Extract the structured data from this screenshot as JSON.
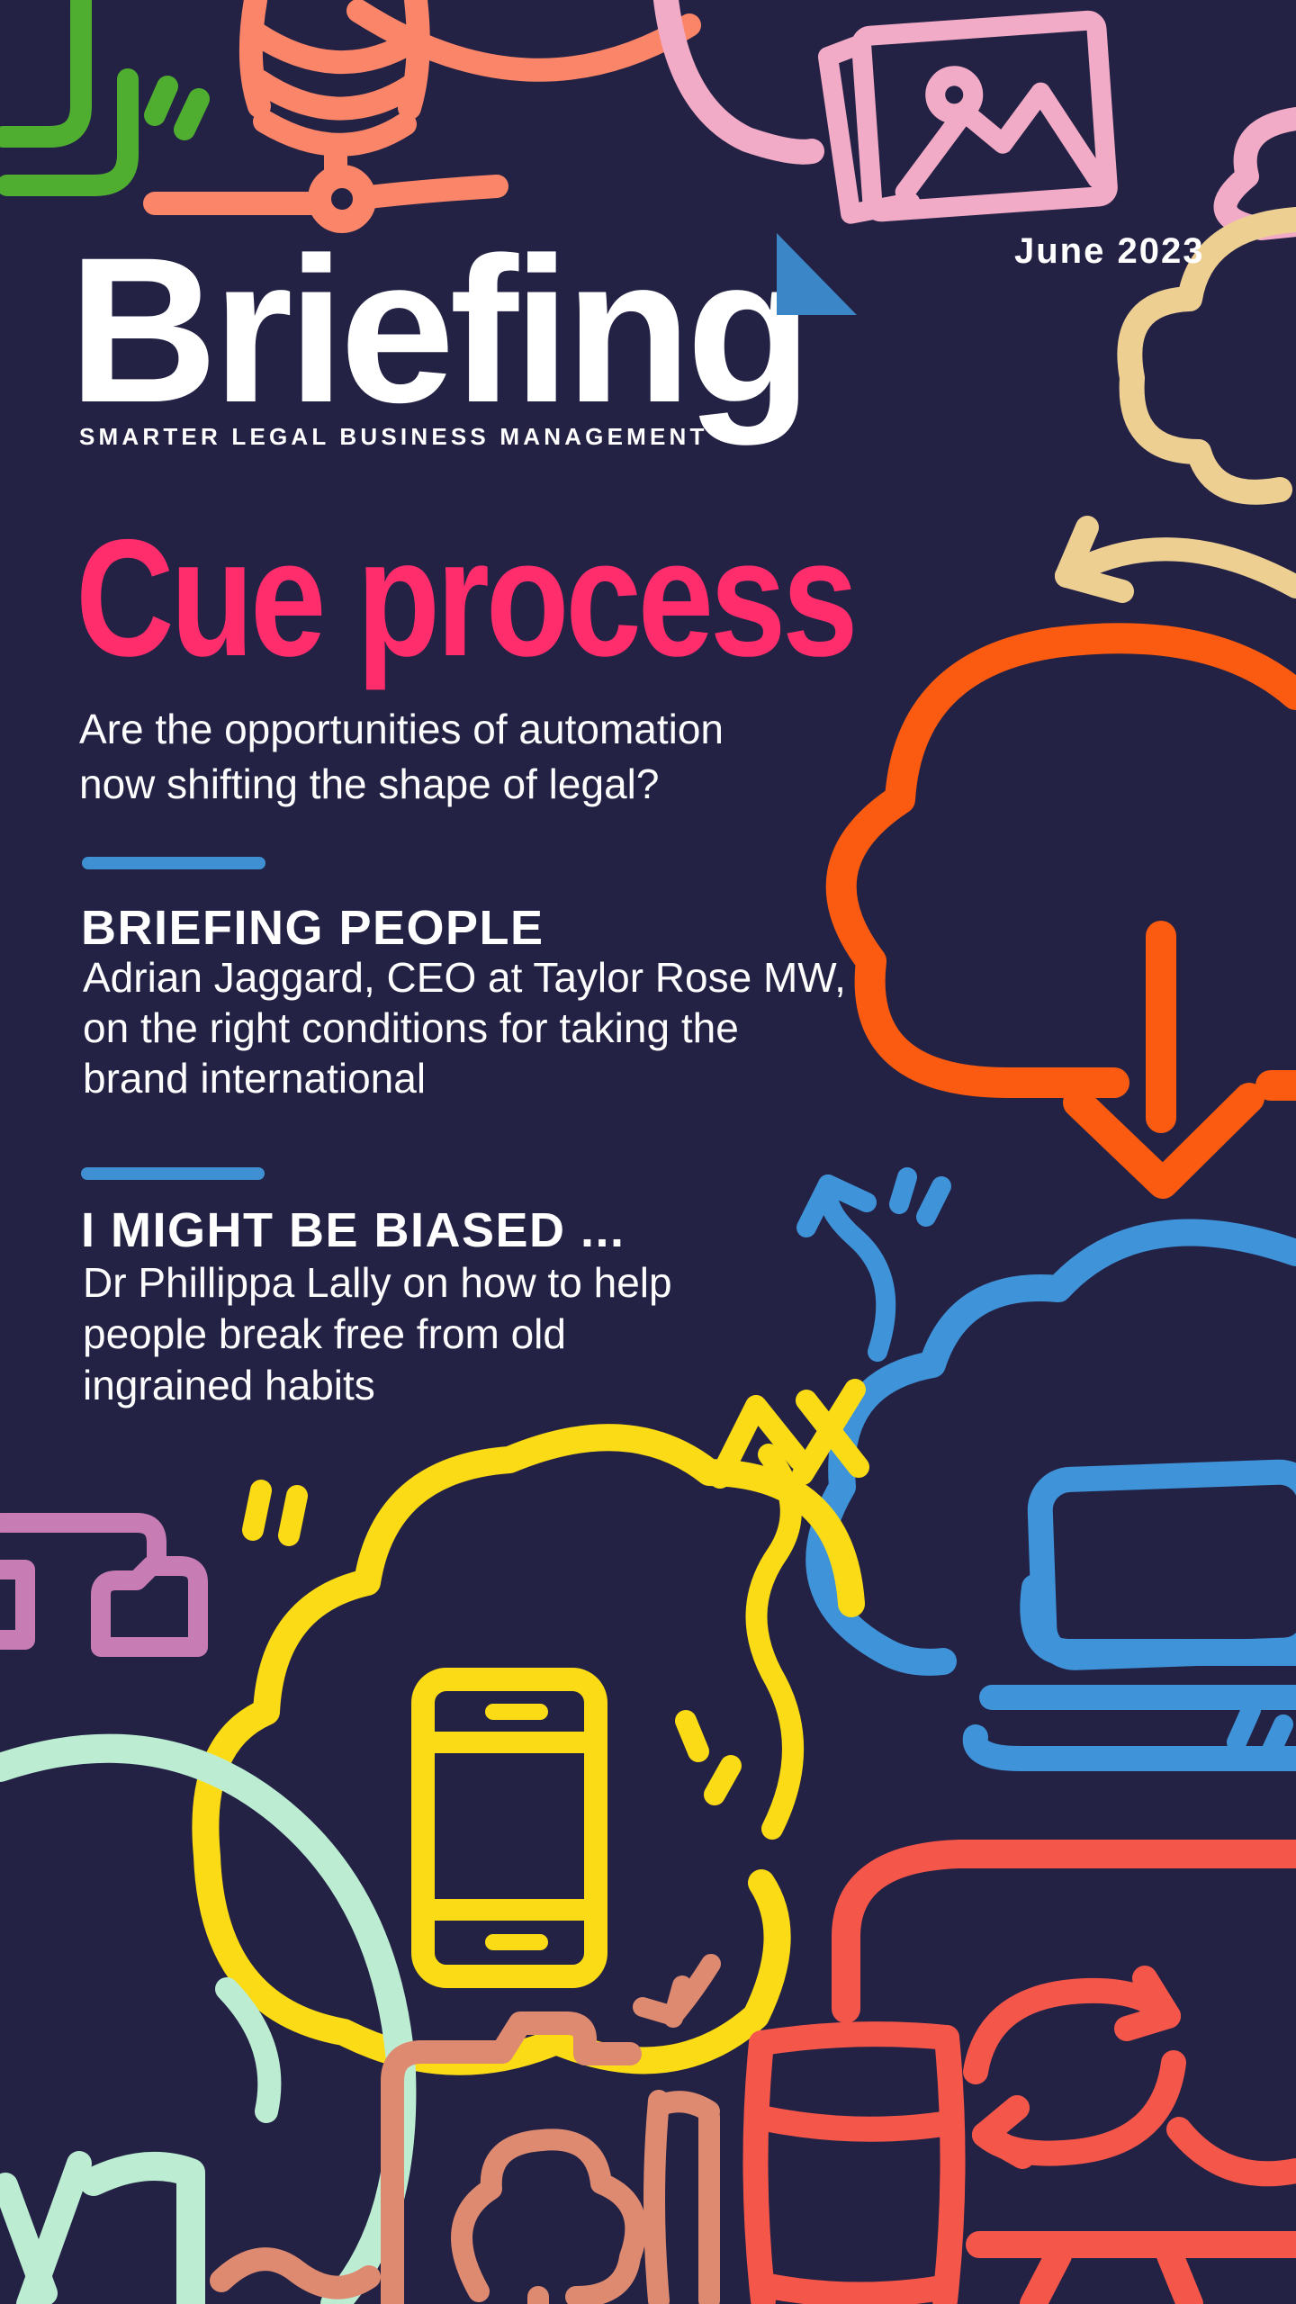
{
  "background": "#232245",
  "palette": {
    "navy_background": "#232245",
    "white": "#ffffff",
    "hot_pink_headline": "#ff2d6c",
    "accent_blue": "#3e90d2",
    "doodle_green": "#4fae2f",
    "doodle_coral": "#fa8568",
    "doodle_pink": "#f2abc6",
    "doodle_tan": "#eecf92",
    "doodle_orange": "#fb5b10",
    "doodle_blue": "#3f93d9",
    "doodle_yellow": "#fbdb15",
    "doodle_mint": "#bcedd3",
    "doodle_dusty_salmon": "#dd8a70",
    "doodle_red": "#f4564a",
    "doodle_purple": "#c77db3"
  },
  "masthead": {
    "issue_date": "June 2023",
    "logo_text": "Briefing",
    "tagline": "SMARTER LEGAL BUSINESS MANAGEMENT"
  },
  "cover": {
    "headline": "Cue process",
    "standfirst_lines": [
      "Are the opportunities of automation",
      "now shifting the shape of legal?"
    ]
  },
  "sections": [
    {
      "heading": "BRIEFING PEOPLE",
      "lines": [
        "Adrian Jaggard, CEO at Taylor Rose MW,",
        "on the right conditions for taking the",
        "brand international"
      ]
    },
    {
      "heading": "I MIGHT BE BIASED ...",
      "lines": [
        "Dr Phillippa Lally on how to help",
        "people break free from old",
        "ingrained habits"
      ]
    }
  ],
  "doodles": [
    {
      "name": "green-corner-arrows-doodle",
      "color": "#4fae2f"
    },
    {
      "name": "server-network-doodle",
      "color": "#fa8568"
    },
    {
      "name": "picture-frames-doodle",
      "color": "#f2abc6"
    },
    {
      "name": "cloud-doodle-top-center-pink",
      "color": "#f2abc6"
    },
    {
      "name": "cloud-doodle-top-right-pink",
      "color": "#f2abc6"
    },
    {
      "name": "cloud-doodle-tan",
      "color": "#eecf92"
    },
    {
      "name": "curved-arrow-tan",
      "color": "#eecf92"
    },
    {
      "name": "cloud-download-doodle-orange",
      "color": "#fb5b10"
    },
    {
      "name": "curved-arrow-blue",
      "color": "#3f93d9"
    },
    {
      "name": "cloud-doodle-blue",
      "color": "#3f93d9"
    },
    {
      "name": "laptop-doodle-blue",
      "color": "#3f93d9"
    },
    {
      "name": "squiggle-arrow-yellow",
      "color": "#fbdb15"
    },
    {
      "name": "cloud-phone-doodle-yellow",
      "color": "#fbdb15"
    },
    {
      "name": "desktop-folder-doodle-purple",
      "color": "#c77db3"
    },
    {
      "name": "cloud-doodle-mint",
      "color": "#bcedd3"
    },
    {
      "name": "folder-tree-doodle-salmon",
      "color": "#dd8a70"
    },
    {
      "name": "board-doodle-red",
      "color": "#f4564a"
    },
    {
      "name": "bin-doodle-red",
      "color": "#f4564a"
    },
    {
      "name": "sync-arrows-doodle-red",
      "color": "#f4564a"
    }
  ]
}
